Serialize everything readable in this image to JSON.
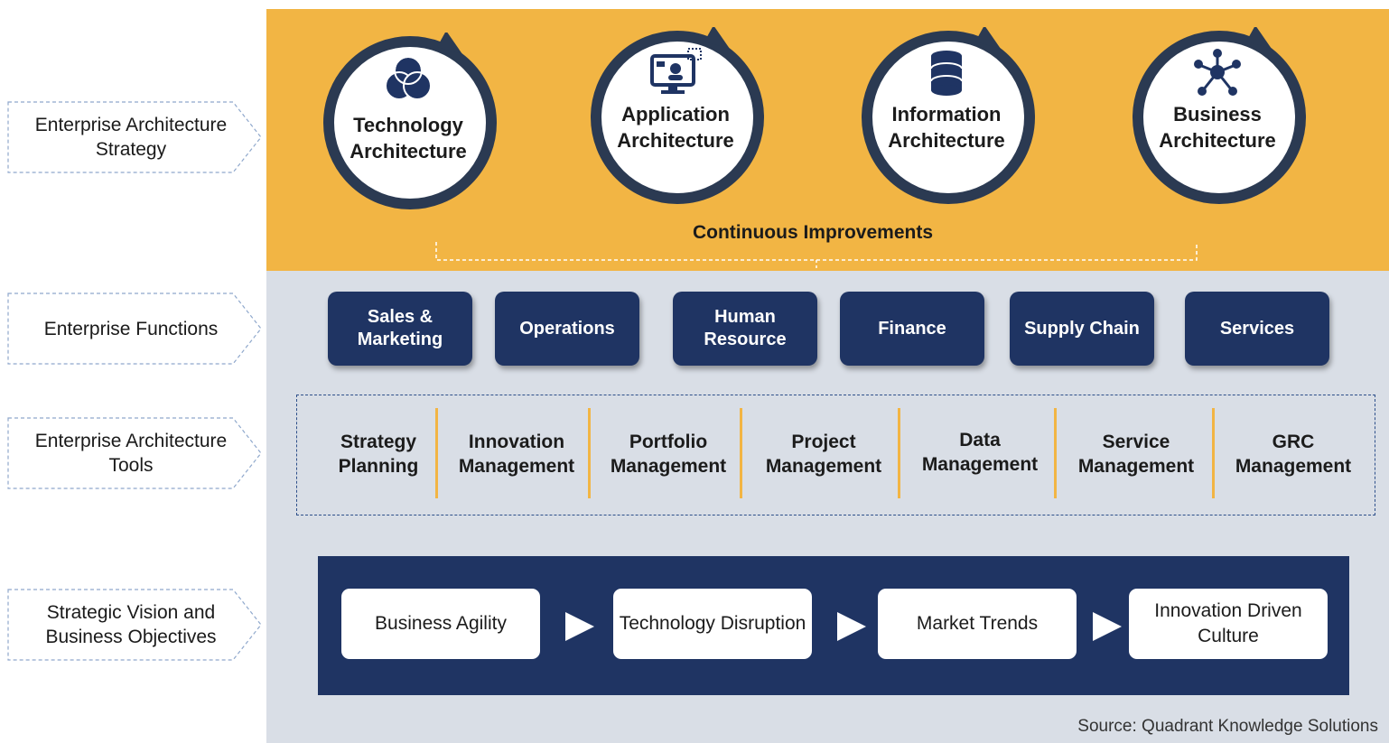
{
  "side_labels": [
    "Enterprise Architecture Strategy",
    "Enterprise Functions",
    "Enterprise Architecture Tools",
    "Strategic Vision and Business Objectives"
  ],
  "architectures": [
    {
      "name": "Technology Architecture",
      "icon": "venn-circles-icon"
    },
    {
      "name": "Application Architecture",
      "icon": "monitor-app-icon"
    },
    {
      "name": "Information Architecture",
      "icon": "database-icon"
    },
    {
      "name": "Business Architecture",
      "icon": "network-hub-icon"
    }
  ],
  "continuous_improvements": "Continuous Improvements",
  "functions": [
    "Sales & Marketing",
    "Operations",
    "Human Resource",
    "Finance",
    "Supply Chain",
    "Services"
  ],
  "tools": [
    "Strategy Planning",
    "Innovation Management",
    "Portfolio Management",
    "Project Management",
    "Data Management",
    "Service Management",
    "GRC Management"
  ],
  "objectives": [
    "Business Agility",
    "Technology Disruption",
    "Market Trends",
    "Innovation Driven Culture"
  ],
  "source": "Source: Quadrant Knowledge Solutions",
  "colors": {
    "orange": "#f2b544",
    "navy": "#1f3463",
    "grey": "#d9dee6",
    "ring": "#2b3a52"
  }
}
